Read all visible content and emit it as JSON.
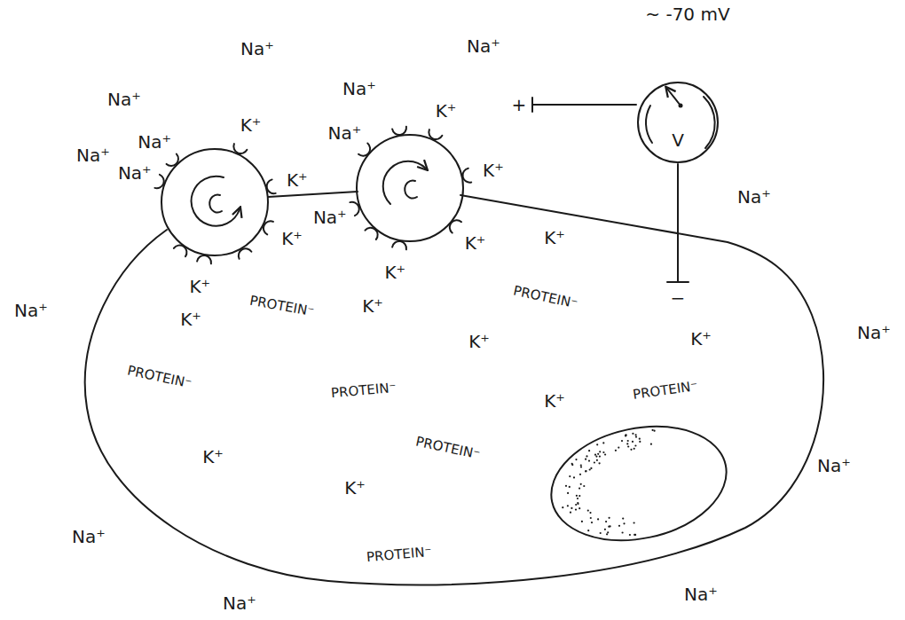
{
  "diagram": {
    "nodes": [
      {
        "text": [
          "K⁺",
          "PROTEIN⁻",
          "PROTEIN⁻",
          "K⁺",
          "K⁺",
          "K⁺",
          "K⁺",
          "PROTEIN⁻",
          "PROTEIN⁻",
          "PROTEIN⁻",
          "K⁺",
          "PROTEIN⁻",
          "K⁺",
          "K⁺",
          "PROTEIN⁻"
        ]
      },
      {
        "text": [
          "V"
        ]
      }
    ],
    "edges": [
      {
        "from": 1,
        "to": 0,
        "arrow": "none"
      }
    ],
    "labels": [
      "~ -70 mV",
      "Na⁺",
      "Na⁺",
      "Na⁺",
      "Na⁺",
      "+",
      "K⁺",
      "Na⁺",
      "K⁺",
      "Na⁺",
      "Na⁺",
      "Na⁺",
      "K⁺",
      "K⁺",
      "Na⁺",
      "Na⁺",
      "K⁺",
      "K⁺",
      "K⁺",
      "K⁺",
      "−",
      "Na⁺",
      "Na⁺",
      "Na⁺",
      "Na⁺",
      "Na⁺",
      "Na⁺"
    ]
  }
}
